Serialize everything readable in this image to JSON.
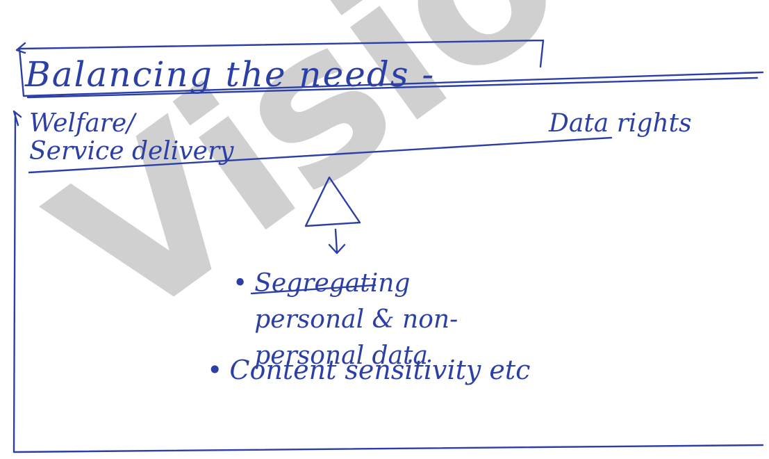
{
  "ink_color": "#2b3fa6",
  "watermark": {
    "text": "VisionIAS",
    "color": "#c8c8c8"
  },
  "title": "Balancing the needs -",
  "left_label": "Welfare/ Service delivery",
  "right_label": "Data rights",
  "points": [
    "Segregating personal & non-personal data",
    "Content sensitivity etc"
  ]
}
